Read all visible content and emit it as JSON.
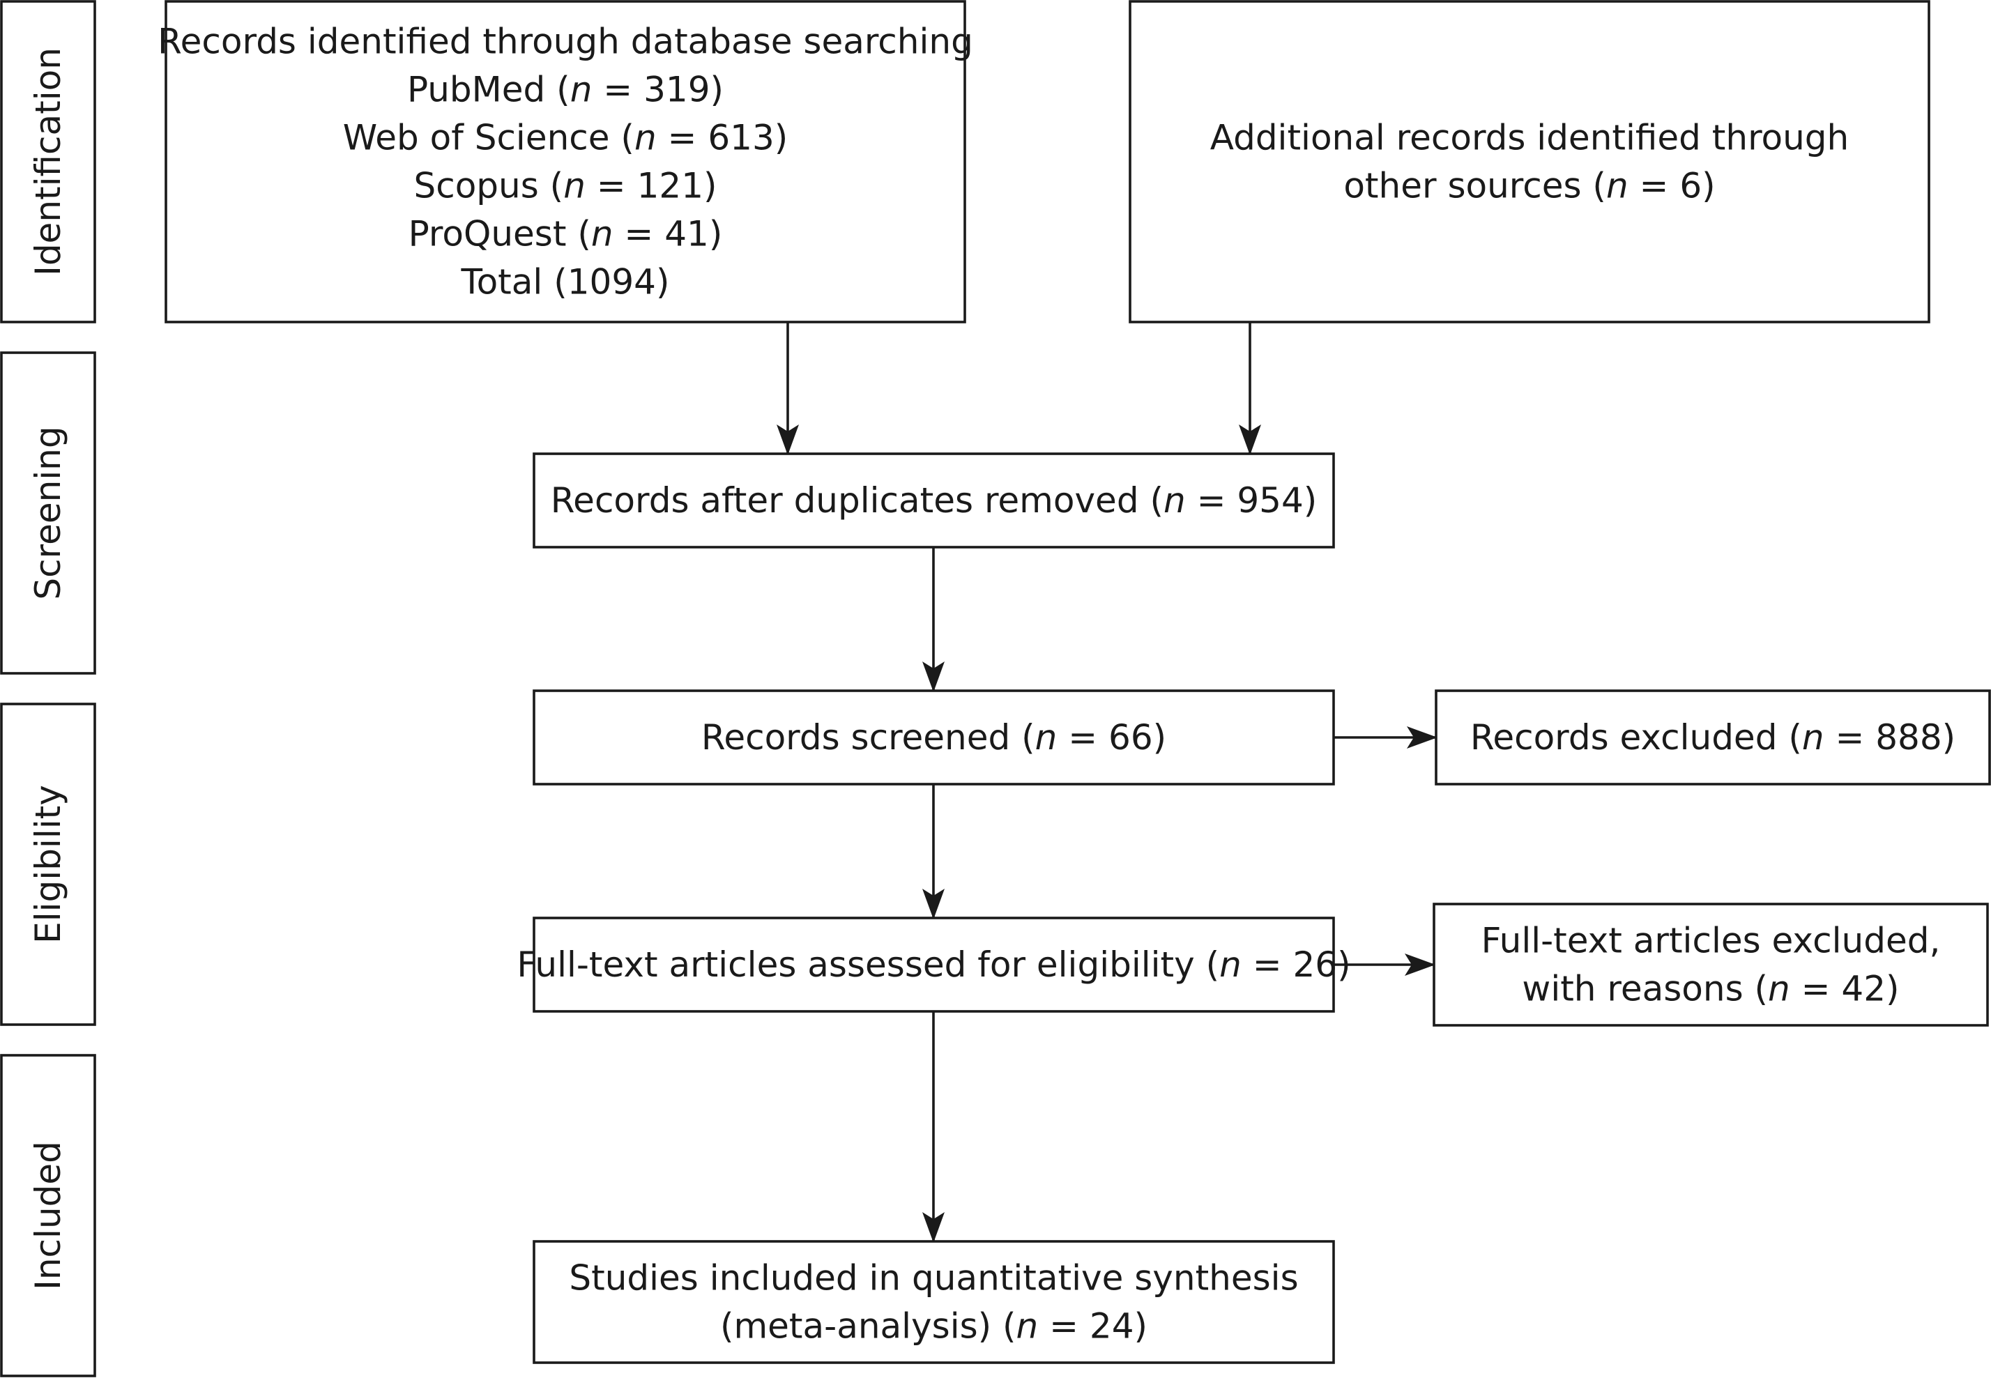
{
  "phases": [
    {
      "id": "identification",
      "label": "Identification"
    },
    {
      "id": "screening",
      "label": "Screening"
    },
    {
      "id": "eligibility",
      "label": "Eligibility"
    },
    {
      "id": "included",
      "label": "Included"
    }
  ],
  "boxes": [
    {
      "id": "database-search",
      "lines": [
        [
          {
            "t": "Records identified through database searching"
          }
        ],
        [
          {
            "t": "PubMed ("
          },
          {
            "t": "n",
            "i": true
          },
          {
            "t": " = 319)"
          }
        ],
        [
          {
            "t": "Web of Science ("
          },
          {
            "t": "n",
            "i": true
          },
          {
            "t": " = 613)"
          }
        ],
        [
          {
            "t": "Scopus ("
          },
          {
            "t": "n",
            "i": true
          },
          {
            "t": " = 121)"
          }
        ],
        [
          {
            "t": "ProQuest ("
          },
          {
            "t": "n",
            "i": true
          },
          {
            "t": " = 41)"
          }
        ],
        [
          {
            "t": "Total (1094)"
          }
        ]
      ]
    },
    {
      "id": "other-sources",
      "lines": [
        [
          {
            "t": "Additional records identified through"
          }
        ],
        [
          {
            "t": "other sources ("
          },
          {
            "t": "n",
            "i": true
          },
          {
            "t": " = 6)"
          }
        ]
      ]
    },
    {
      "id": "duplicates-removed",
      "lines": [
        [
          {
            "t": "Records after duplicates removed ("
          },
          {
            "t": "n",
            "i": true
          },
          {
            "t": " = 954)"
          }
        ]
      ]
    },
    {
      "id": "records-screened",
      "lines": [
        [
          {
            "t": "Records screened ("
          },
          {
            "t": "n",
            "i": true
          },
          {
            "t": " = 66)"
          }
        ]
      ]
    },
    {
      "id": "records-excluded",
      "lines": [
        [
          {
            "t": "Records excluded ("
          },
          {
            "t": "n",
            "i": true
          },
          {
            "t": " = 888)"
          }
        ]
      ]
    },
    {
      "id": "full-text-assessed",
      "lines": [
        [
          {
            "t": "Full-text articles assessed for eligibility ("
          },
          {
            "t": "n",
            "i": true
          },
          {
            "t": " = 26)"
          }
        ]
      ]
    },
    {
      "id": "full-text-excluded",
      "lines": [
        [
          {
            "t": "Full-text articles excluded,"
          }
        ],
        [
          {
            "t": "with reasons ("
          },
          {
            "t": "n",
            "i": true
          },
          {
            "t": " = 42)"
          }
        ]
      ]
    },
    {
      "id": "studies-included",
      "lines": [
        [
          {
            "t": "Studies included in quantitative synthesis"
          }
        ],
        [
          {
            "t": "(meta-analysis) ("
          },
          {
            "t": "n",
            "i": true
          },
          {
            "t": " = 24)"
          }
        ]
      ]
    }
  ],
  "edges": [
    {
      "from": "database-search",
      "to": "duplicates-removed"
    },
    {
      "from": "other-sources",
      "to": "duplicates-removed"
    },
    {
      "from": "duplicates-removed",
      "to": "records-screened"
    },
    {
      "from": "records-screened",
      "to": "records-excluded"
    },
    {
      "from": "records-screened",
      "to": "full-text-assessed"
    },
    {
      "from": "full-text-assessed",
      "to": "full-text-excluded"
    },
    {
      "from": "full-text-assessed",
      "to": "studies-included"
    }
  ]
}
